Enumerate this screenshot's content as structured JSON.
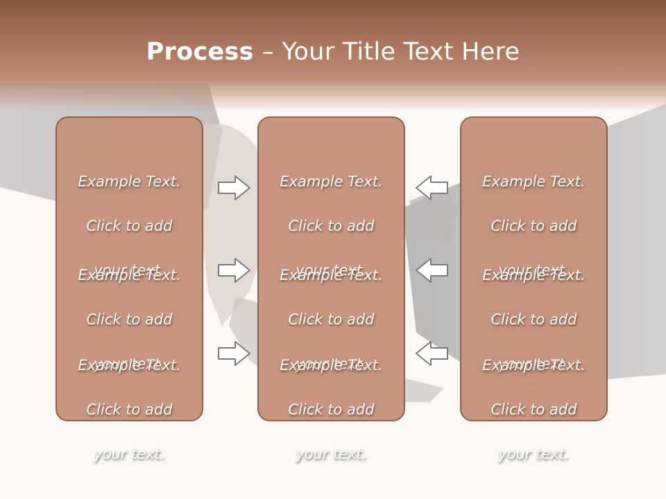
{
  "title": {
    "bold": "Process",
    "rest": " – Your Title Text Here"
  },
  "columns": [
    {
      "items": [
        {
          "line1": "Example Text.",
          "line2": "Click  to add",
          "line3": "your text."
        },
        {
          "line1": "Example Text.",
          "line2": "Click  to add",
          "line3": "your text."
        },
        {
          "line1": "Example Text.",
          "line2": "Click  to add",
          "line3": "your text."
        }
      ]
    },
    {
      "items": [
        {
          "line1": "Example Text.",
          "line2": "Click  to add",
          "line3": "your text."
        },
        {
          "line1": "Example Text.",
          "line2": "Click  to add",
          "line3": "your text."
        },
        {
          "line1": "Example Text.",
          "line2": "Click  to add",
          "line3": "your text."
        }
      ]
    },
    {
      "items": [
        {
          "line1": "Example Text.",
          "line2": "Click  to add",
          "line3": "your text."
        },
        {
          "line1": "Example Text.",
          "line2": "Click  to add",
          "line3": "your text."
        },
        {
          "line1": "Example Text.",
          "line2": "Click  to add",
          "line3": "your text."
        }
      ]
    }
  ],
  "arrows": {
    "left_group": "right-arrow-icon",
    "right_group": "left-arrow-icon"
  },
  "colors": {
    "title_band": "#85563f",
    "box_fill": "#c6937c",
    "box_border": "#8a5b48",
    "arrow_fill": "#ffffff",
    "arrow_stroke": "#7a7a7a"
  }
}
